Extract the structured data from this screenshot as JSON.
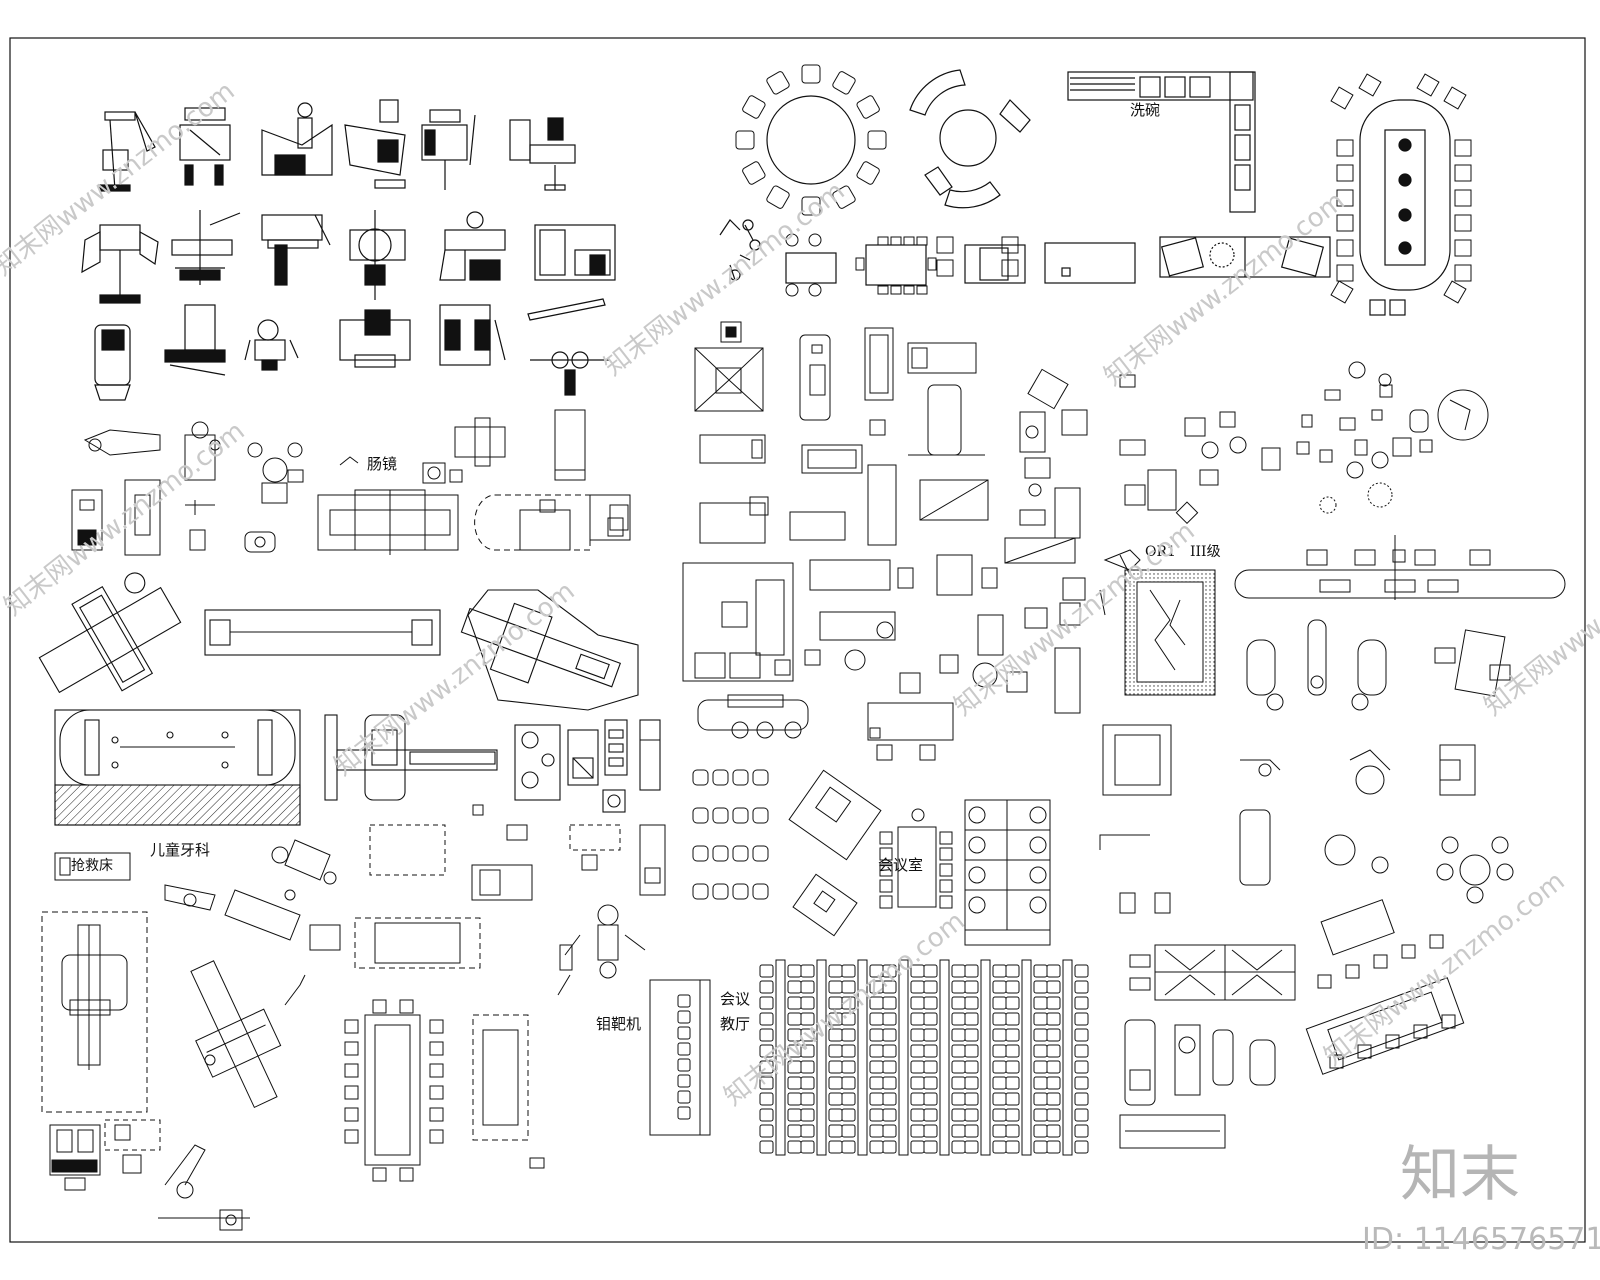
{
  "drawing": {
    "labels": {
      "washing": "洗碗",
      "enteroscopy": "肠镜",
      "or1": "OR1",
      "level3": "III级",
      "stretcher": "抢救床",
      "pediatric_dental": "儿童牙科",
      "meeting_room": "会议室",
      "conference": "会议",
      "classroom": "教厅",
      "ct_machine": "钼靶机"
    },
    "watermark": {
      "brand": "知末",
      "site": "知末网www.znzmo.com",
      "id_text": "ID: 1146576571"
    },
    "icons": [
      "gym-equipment-icon",
      "round-table-icon",
      "sofa-icon",
      "hospital-bed-icon",
      "dental-chair-icon",
      "conference-table-icon",
      "plant-icon"
    ]
  }
}
